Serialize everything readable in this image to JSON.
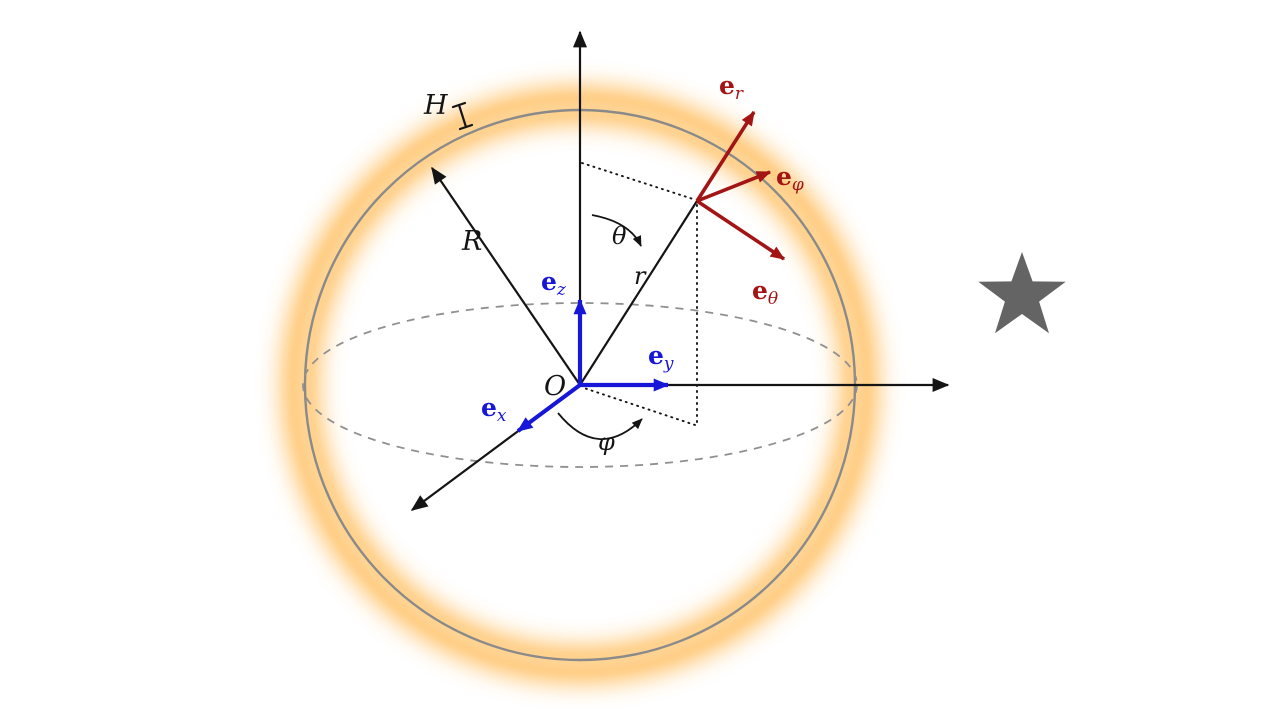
{
  "colors": {
    "axis": "#141414",
    "sphere_outline": "#8a8a8a",
    "equator": "#909090",
    "atmosphere_glow": "#ffaa2e",
    "atmosphere_glow_soft": "#ffd79b",
    "cartesian_basis": "#1717d8",
    "spherical_basis": "#a31515",
    "star": "#646464",
    "label": "#141414"
  },
  "labels": {
    "H": "H",
    "R": "R",
    "O": "O",
    "theta": "θ",
    "phi": "φ",
    "r": "r",
    "e_x": {
      "base": "e",
      "sub": "x"
    },
    "e_y": {
      "base": "e",
      "sub": "y"
    },
    "e_z": {
      "base": "e",
      "sub": "z"
    },
    "e_r": {
      "base": "e",
      "sub": "r"
    },
    "e_phi": {
      "base": "e",
      "sub": "φ"
    },
    "e_theta": {
      "base": "e",
      "sub": "θ"
    }
  }
}
